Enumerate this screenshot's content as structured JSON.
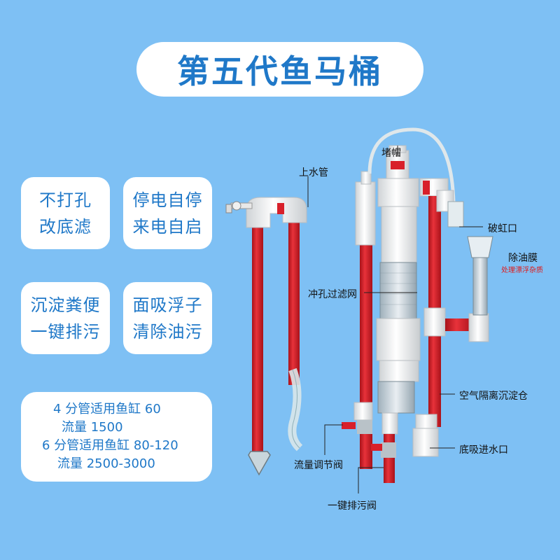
{
  "title": "第五代鱼马桶",
  "features": [
    {
      "line1": "不打孔",
      "line2": "改底滤"
    },
    {
      "line1": "停电自停",
      "line2": "来电自启"
    },
    {
      "line1": "沉淀粪便",
      "line2": "一键排污"
    },
    {
      "line1": "面吸浮子",
      "line2": "清除油污"
    }
  ],
  "specs": [
    "4 分管适用鱼缸 60",
    "流量 1500",
    "6 分管适用鱼缸 80-120",
    "流量 2500-3000"
  ],
  "callouts": {
    "cap": "堵帽",
    "inlet_pipe": "上水管",
    "siphon_break": "破虹口",
    "oil_film_remover": "除油膜",
    "oil_film_note": "处理漂浮杂质",
    "mesh_filter": "冲孔过滤网",
    "air_chamber": "空气隔离沉淀仓",
    "bottom_inlet": "底吸进水口",
    "flow_valve": "流量调节阀",
    "drain_valve": "一键排污阀"
  },
  "colors": {
    "background": "#7ec0f4",
    "accent": "#1f78c8",
    "pipe_red": "#d8202a",
    "fitting_white": "#f4f4f4"
  }
}
